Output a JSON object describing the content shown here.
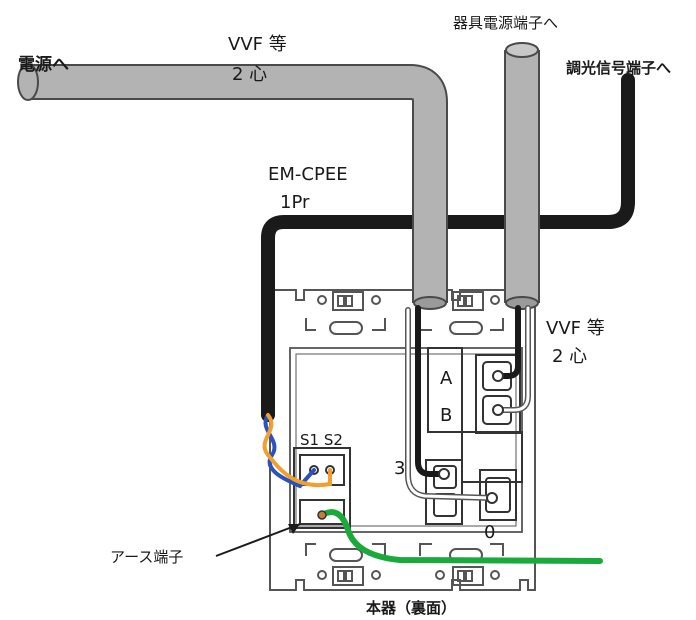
{
  "labels": {
    "to_power": "電源へ",
    "vvf_top_1": "VVF 等",
    "vvf_top_2": "2 心",
    "to_fixture": "器具電源端子へ",
    "to_dimmer_signal": "調光信号端子へ",
    "em_cpee_1": "EM-CPEE",
    "em_cpee_2": "1Pr",
    "vvf_right_1": "VVF 等",
    "vvf_right_2": "2 心",
    "terminal_a": "A",
    "terminal_b": "B",
    "terminal_3": "3",
    "terminal_0": "0",
    "terminal_s1s2": "S1 S2",
    "earth_terminal": "アース端子",
    "device_back": "本器（裏面）"
  },
  "colors": {
    "cable_gray": "#b3b3b3",
    "cable_black": "#1a1a1a",
    "wire_blue": "#2a52be",
    "wire_orange": "#f0a030",
    "wire_green": "#1aaa3c",
    "plate_stroke": "#555555"
  }
}
